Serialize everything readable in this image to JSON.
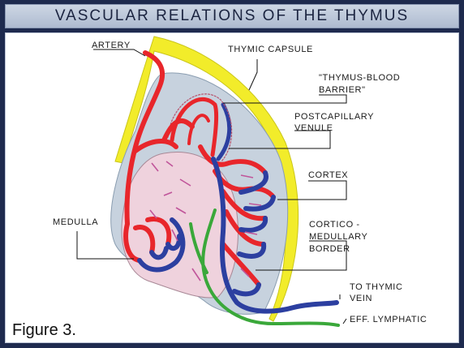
{
  "header": {
    "title": "VASCULAR RELATIONS OF THE THYMUS"
  },
  "figure": {
    "caption": "Figure 3."
  },
  "labels": {
    "artery": "ARTERY",
    "capsule": "THYMIC CAPSULE",
    "barrier_line1": "\"THYMUS-BLOOD",
    "barrier_line2": "BARRIER\"",
    "venule_line1": "POSTCAPILLARY",
    "venule_line2": "VENULE",
    "cortex": "CORTEX",
    "medulla": "MEDULLA",
    "cm_line1": "CORTICO -",
    "cm_line2": "MEDULLARY",
    "cm_line3": "BORDER",
    "vein_line1": "TO THYMIC",
    "vein_line2": "VEIN",
    "lymphatic": "EFF. LYMPHATIC"
  },
  "colors": {
    "capsule": "#f2ec2a",
    "cortex": "#c7d2de",
    "medulla": "#efd2dd",
    "artery": "#e8262b",
    "vein": "#2c3fa0",
    "lymphatic": "#3aa83a",
    "flow_arrows": "#c0559a"
  }
}
